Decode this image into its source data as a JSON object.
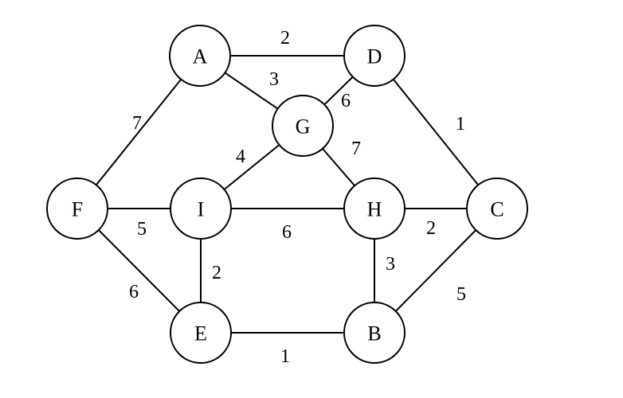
{
  "graph": {
    "nodes": [
      {
        "id": "A",
        "label": "A"
      },
      {
        "id": "D",
        "label": "D"
      },
      {
        "id": "G",
        "label": "G"
      },
      {
        "id": "F",
        "label": "F"
      },
      {
        "id": "I",
        "label": "I"
      },
      {
        "id": "H",
        "label": "H"
      },
      {
        "id": "C",
        "label": "C"
      },
      {
        "id": "E",
        "label": "E"
      },
      {
        "id": "B",
        "label": "B"
      }
    ],
    "edges": [
      {
        "from": "A",
        "to": "D",
        "weight": "2"
      },
      {
        "from": "A",
        "to": "G",
        "weight": "3"
      },
      {
        "from": "A",
        "to": "F",
        "weight": "7"
      },
      {
        "from": "D",
        "to": "G",
        "weight": "6"
      },
      {
        "from": "D",
        "to": "C",
        "weight": "1"
      },
      {
        "from": "G",
        "to": "I",
        "weight": "4"
      },
      {
        "from": "G",
        "to": "H",
        "weight": "7"
      },
      {
        "from": "F",
        "to": "I",
        "weight": "5"
      },
      {
        "from": "F",
        "to": "E",
        "weight": "6"
      },
      {
        "from": "I",
        "to": "H",
        "weight": "6"
      },
      {
        "from": "I",
        "to": "E",
        "weight": "2"
      },
      {
        "from": "H",
        "to": "C",
        "weight": "2"
      },
      {
        "from": "H",
        "to": "B",
        "weight": "3"
      },
      {
        "from": "C",
        "to": "B",
        "weight": "5"
      },
      {
        "from": "E",
        "to": "B",
        "weight": "1"
      }
    ]
  }
}
